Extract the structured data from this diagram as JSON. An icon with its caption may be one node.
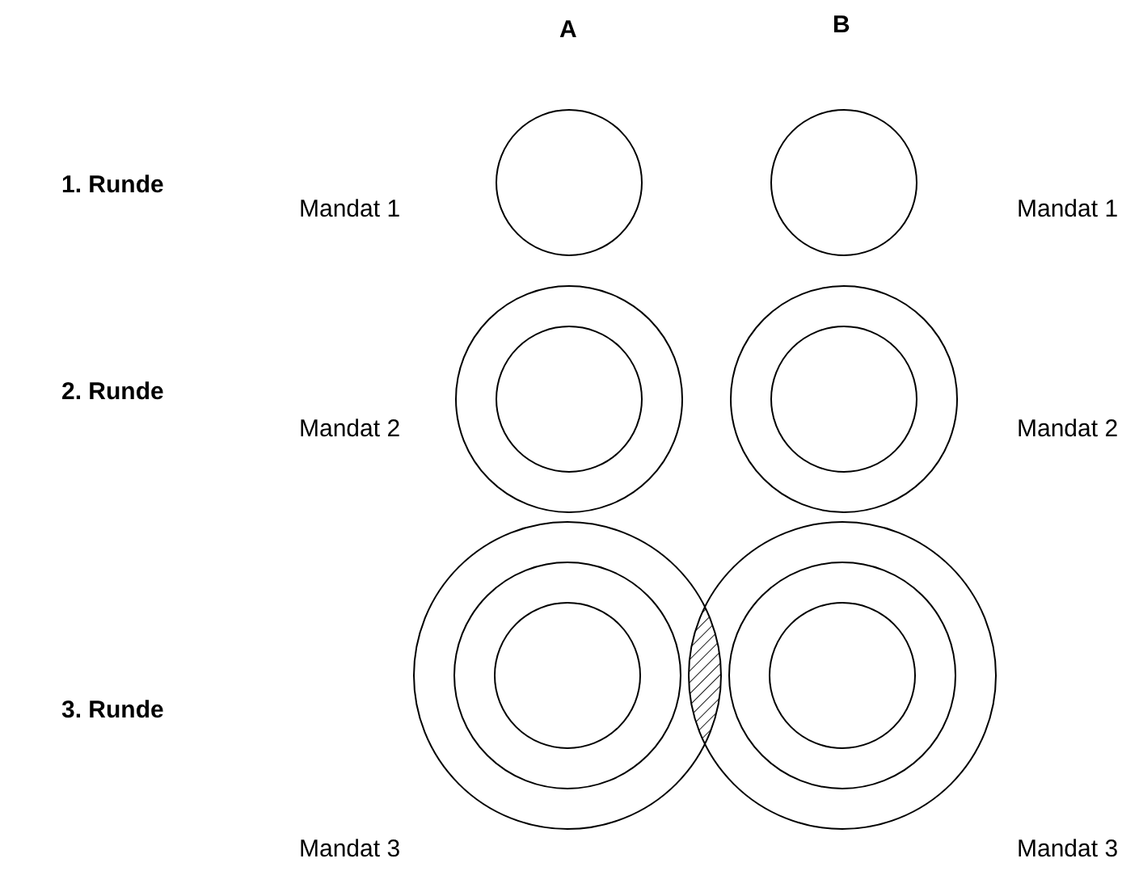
{
  "diagram": {
    "labels": [
      "A",
      "B",
      "1. Runde",
      "Mandat 1",
      "Mandat 1",
      "2. Runde",
      "Mandat 2",
      "Mandat 2",
      "3. Runde",
      "Mandat 3",
      "Mandat 3"
    ]
  }
}
